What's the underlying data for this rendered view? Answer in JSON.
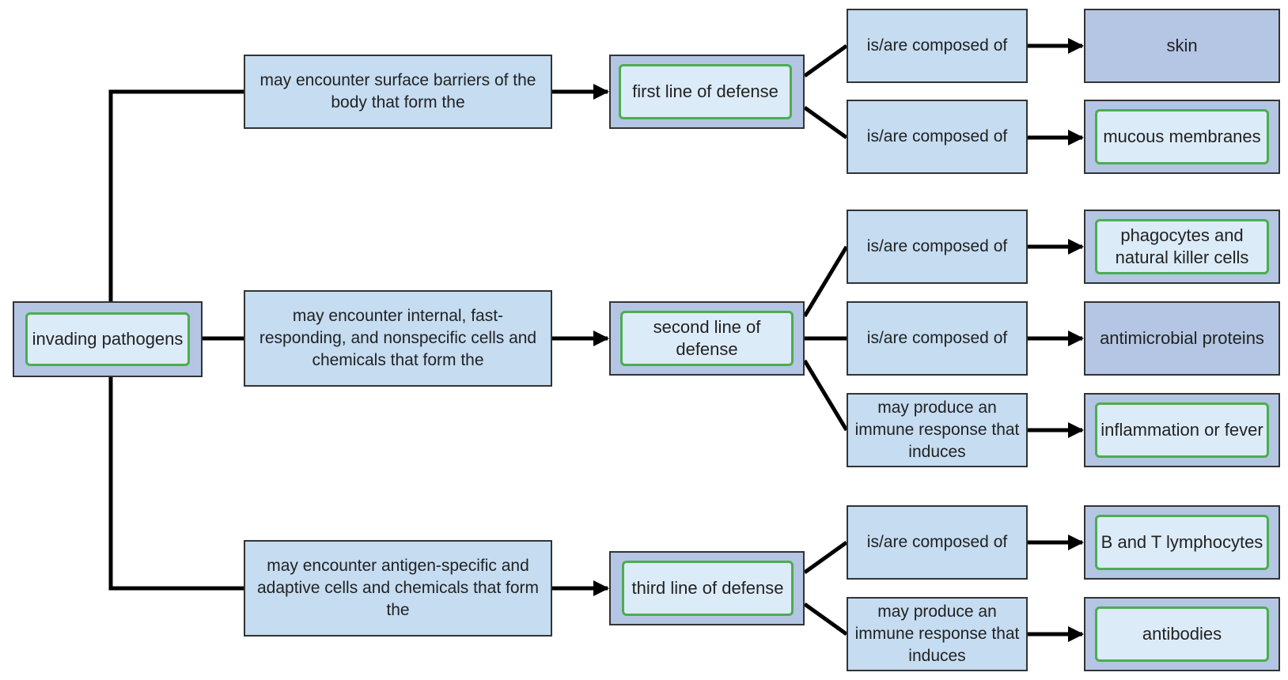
{
  "root": {
    "label": "invading pathogens"
  },
  "branches": [
    {
      "link": "may encounter surface barriers of the body that form the",
      "node": "first line of defense",
      "children": [
        {
          "link": "is/are composed of",
          "target": "skin",
          "target_answered": false
        },
        {
          "link": "is/are composed of",
          "target": "mucous membranes",
          "target_answered": true
        }
      ]
    },
    {
      "link": "may encounter internal, fast-responding, and nonspecific cells and chemicals that form the",
      "node": "second line of defense",
      "children": [
        {
          "link": "is/are composed of",
          "target": "phagocytes and natural killer cells",
          "target_answered": true
        },
        {
          "link": "is/are composed of",
          "target": "antimicrobial proteins",
          "target_answered": false
        },
        {
          "link": "may produce an immune response that induces",
          "target": "inflammation or fever",
          "target_answered": true
        }
      ]
    },
    {
      "link": "may encounter antigen-specific and adaptive cells and chemicals that form the",
      "node": "third line of defense",
      "children": [
        {
          "link": "is/are composed of",
          "target": "B and T lymphocytes",
          "target_answered": true
        },
        {
          "link": "may produce an immune response that induces",
          "target": "antibodies",
          "target_answered": true
        }
      ]
    }
  ],
  "colors": {
    "link_box": "#c5dcf1",
    "node_box": "#b4c6e3",
    "answer_fill": "#dcebf8",
    "answer_border": "#4cad4f",
    "connector": "#000000"
  }
}
